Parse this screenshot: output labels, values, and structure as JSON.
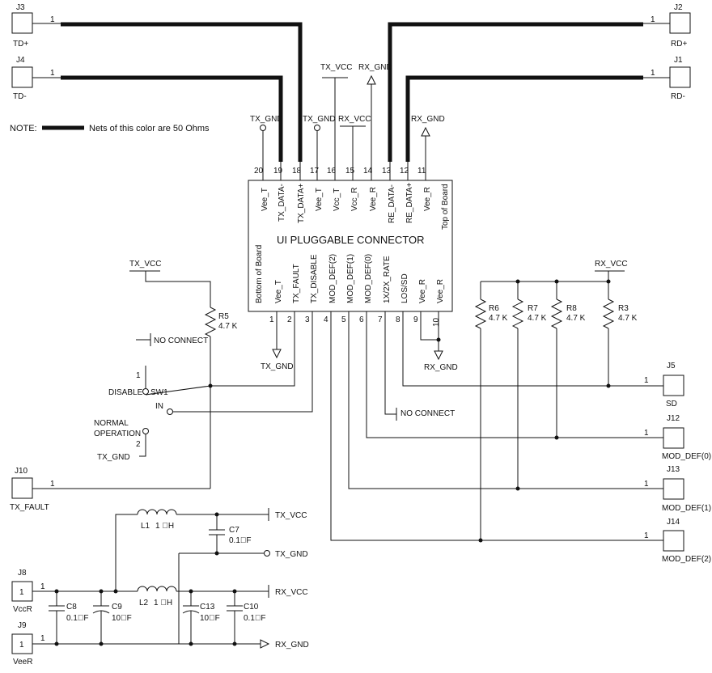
{
  "connectors": {
    "J3": {
      "ref": "J3",
      "net": "TD+",
      "pin": "1"
    },
    "J4": {
      "ref": "J4",
      "net": "TD-",
      "pin": "1"
    },
    "J2": {
      "ref": "J2",
      "net": "RD+",
      "pin": "1"
    },
    "J1": {
      "ref": "J1",
      "net": "RD-",
      "pin": "1"
    },
    "J5": {
      "ref": "J5",
      "net": "SD",
      "pin": "1"
    },
    "J12": {
      "ref": "J12",
      "net": "MOD_DEF(0)",
      "pin": "1"
    },
    "J13": {
      "ref": "J13",
      "net": "MOD_DEF(1)",
      "pin": "1"
    },
    "J14": {
      "ref": "J14",
      "net": "MOD_DEF(2)",
      "pin": "1"
    },
    "J10": {
      "ref": "J10",
      "net": "TX_FAULT",
      "pin": "1"
    },
    "J8": {
      "ref": "J8",
      "net": "VccR",
      "pin": "1"
    },
    "J9": {
      "ref": "J9",
      "net": "VeeR",
      "pin": "1"
    }
  },
  "note": {
    "prefix": "NOTE:",
    "text": "Nets of this color are 50 Ohms"
  },
  "ic": {
    "title": "UI    PLUGGABLE CONNECTOR",
    "top_side": "Top of Board",
    "bottom_side": "Bottom of Board",
    "top_pins": [
      {
        "num": "20",
        "name": "Vee_T"
      },
      {
        "num": "19",
        "name": "TX_DATA-"
      },
      {
        "num": "18",
        "name": "TX_DATA+"
      },
      {
        "num": "17",
        "name": "Vee_T"
      },
      {
        "num": "16",
        "name": "Vcc_T"
      },
      {
        "num": "15",
        "name": "Vcc_R"
      },
      {
        "num": "14",
        "name": "Vee_R"
      },
      {
        "num": "13",
        "name": "RE_DATA-"
      },
      {
        "num": "12",
        "name": "RE_DATA+"
      },
      {
        "num": "11",
        "name": "Vee_R"
      }
    ],
    "bottom_pins": [
      {
        "num": "1",
        "name": "Vee_T"
      },
      {
        "num": "2",
        "name": "TX_FAULT"
      },
      {
        "num": "3",
        "name": "TX_DISABLE"
      },
      {
        "num": "4",
        "name": "MOD_DEF(2)"
      },
      {
        "num": "5",
        "name": "MOD_DEF(1)"
      },
      {
        "num": "6",
        "name": "MOD_DEF(0)"
      },
      {
        "num": "7",
        "name": "1X/2X_RATE"
      },
      {
        "num": "8",
        "name": "LOS/SD"
      },
      {
        "num": "9",
        "name": "Vee_R"
      },
      {
        "num": "10",
        "name": "Vee_R"
      }
    ]
  },
  "nets": {
    "tx_gnd": "TX_GND",
    "rx_gnd": "RX_GND",
    "tx_vcc": "TX_VCC",
    "rx_vcc": "RX_VCC",
    "no_connect": "NO CONNECT",
    "in": "IN",
    "disable": "DISABLE",
    "normal_operation_1": "NORMAL",
    "normal_operation_2": "OPERATION"
  },
  "switch": {
    "ref": "SW1",
    "pin1": "1",
    "pin2": "2"
  },
  "resistors": [
    {
      "ref": "R5",
      "value": "4.7 K"
    },
    {
      "ref": "R6",
      "value": "4.7 K"
    },
    {
      "ref": "R7",
      "value": "4.7 K"
    },
    {
      "ref": "R8",
      "value": "4.7 K"
    },
    {
      "ref": "R3",
      "value": "4.7 K"
    }
  ],
  "inductors": [
    {
      "ref": "L1",
      "value": "1 \u0000H"
    },
    {
      "ref": "L2",
      "value": "1 \u0000H"
    }
  ],
  "capacitors": [
    {
      "ref": "C7",
      "value": "0.1\u0000F"
    },
    {
      "ref": "C8",
      "value": "0.1\u0000F"
    },
    {
      "ref": "C9",
      "value": "10\u0000F"
    },
    {
      "ref": "C13",
      "value": "10\u0000F"
    },
    {
      "ref": "C10",
      "value": "0.1\u0000F"
    }
  ]
}
